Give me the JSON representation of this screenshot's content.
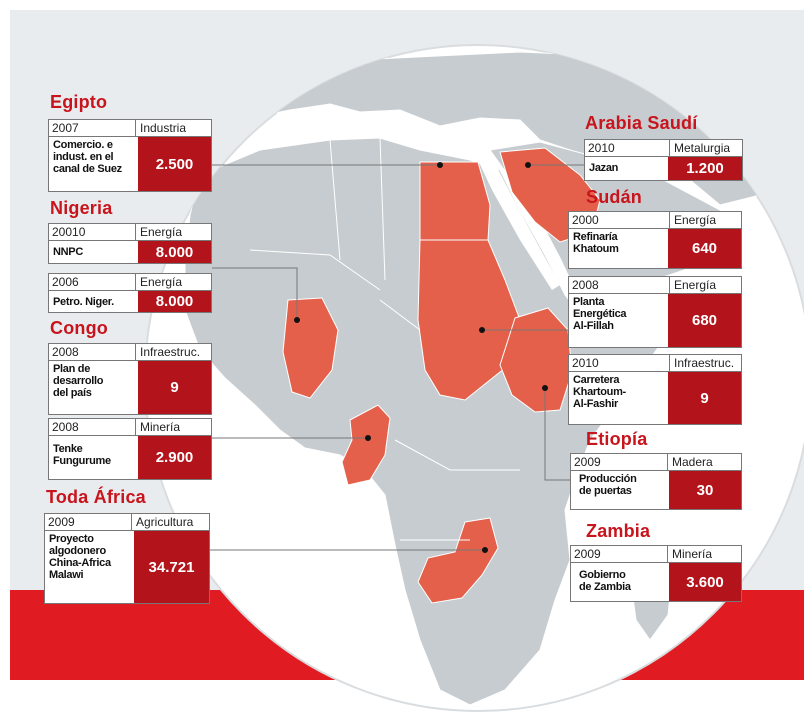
{
  "colors": {
    "highlight": "#e4604a",
    "ocean": "#ffffff",
    "land": "#c7ccd0",
    "accent_red": "#e11b22",
    "amount_box": "#b3141b",
    "title_red": "#c8141c"
  },
  "regions": {
    "egipto": {
      "title": "Egipto",
      "cards": [
        {
          "year": "2007",
          "sector": "Industria",
          "name": "Comercio. e\nindust. en el\ncanal de Suez",
          "amount": "2.500"
        }
      ]
    },
    "nigeria": {
      "title": "Nigeria",
      "cards": [
        {
          "year": "20010",
          "sector": "Energía",
          "name": "NNPC",
          "amount": "8.000"
        },
        {
          "year": "2006",
          "sector": "Energía",
          "name": "Petro. Niger.",
          "amount": "8.000"
        }
      ]
    },
    "congo": {
      "title": "Congo",
      "cards": [
        {
          "year": "2008",
          "sector": "Infraestruc.",
          "name": "Plan de\ndesarrollo\ndel país",
          "amount": "9"
        },
        {
          "year": "2008",
          "sector": "Minería",
          "name": "Tenke\nFungurume",
          "amount": "2.900"
        }
      ]
    },
    "toda_africa": {
      "title": "Toda África",
      "cards": [
        {
          "year": "2009",
          "sector": "Agricultura",
          "name": "Proyecto\nalgodonero\nChina-Africa\nMalawi",
          "amount": "34.721"
        }
      ]
    },
    "arabia_saudi": {
      "title": "Arabia Saudí",
      "cards": [
        {
          "year": "2010",
          "sector": "Metalurgia",
          "name": "Jazan",
          "amount": "1.200"
        }
      ]
    },
    "sudan": {
      "title": "Sudán",
      "cards": [
        {
          "year": "2000",
          "sector": "Energía",
          "name": "Refinaría\nKhatoum",
          "amount": "640"
        },
        {
          "year": "2008",
          "sector": "Energía",
          "name": "Planta\nEnergética\nAl-Fillah",
          "amount": "680"
        },
        {
          "year": "2010",
          "sector": "Infraestruc.",
          "name": "Carretera\nKhartoum-\nAl-Fashir",
          "amount": "9"
        }
      ]
    },
    "etiopia": {
      "title": "Etiopía",
      "cards": [
        {
          "year": "2009",
          "sector": "Madera",
          "name": "Producción\nde puertas",
          "amount": "30"
        }
      ]
    },
    "zambia": {
      "title": "Zambia",
      "cards": [
        {
          "year": "2009",
          "sector": "Minería",
          "name": "Gobierno\nde Zambia",
          "amount": "3.600"
        }
      ]
    }
  }
}
